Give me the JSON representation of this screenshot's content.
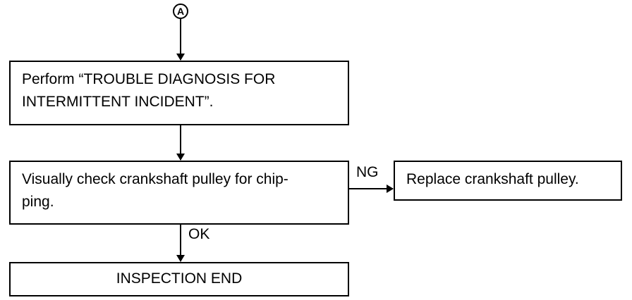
{
  "connector": {
    "label": "A"
  },
  "steps": {
    "perform": {
      "line1": "Perform “TROUBLE DIAGNOSIS FOR",
      "line2": "INTERMITTENT INCIDENT”."
    },
    "check": {
      "line1": "Visually check crankshaft pulley for chip-",
      "line2": "ping."
    },
    "replace": {
      "text": "Replace crankshaft pulley."
    },
    "end": {
      "text": "INSPECTION END"
    }
  },
  "branches": {
    "ng": "NG",
    "ok": "OK"
  }
}
